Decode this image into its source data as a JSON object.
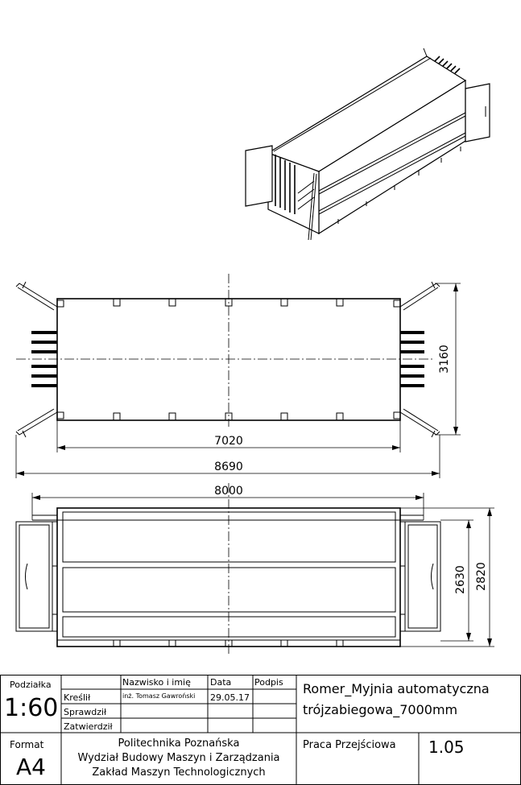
{
  "dimensions": {
    "plan_height": "3160",
    "plan_inner_length": "7020",
    "plan_total_length": "8690",
    "side_length": "8000",
    "side_height_inner": "2630",
    "side_height_outer": "2820"
  },
  "title_block": {
    "scale_label": "Podziałka",
    "scale_value": "1:60",
    "col_name": "Nazwisko i imię",
    "col_date": "Data",
    "col_signature": "Podpis",
    "row_drawn": "Kreślił",
    "row_checked": "Sprawdził",
    "row_approved": "Zatwierdził",
    "drawn_by": "inż. Tomasz Gawroński",
    "drawn_date": "29.05.17",
    "title_line1": "Romer_Myjnia automatyczna",
    "title_line2": "trójzabiegowa_7000mm",
    "format_label": "Format",
    "format_value": "A4",
    "institution_line1": "Politechnika Poznańska",
    "institution_line2": "Wydział Budowy Maszyn i Zarządzania",
    "institution_line3": "Zakład Maszyn Technologicznych",
    "work_type": "Praca Przejściowa",
    "sheet_number": "1.05"
  }
}
